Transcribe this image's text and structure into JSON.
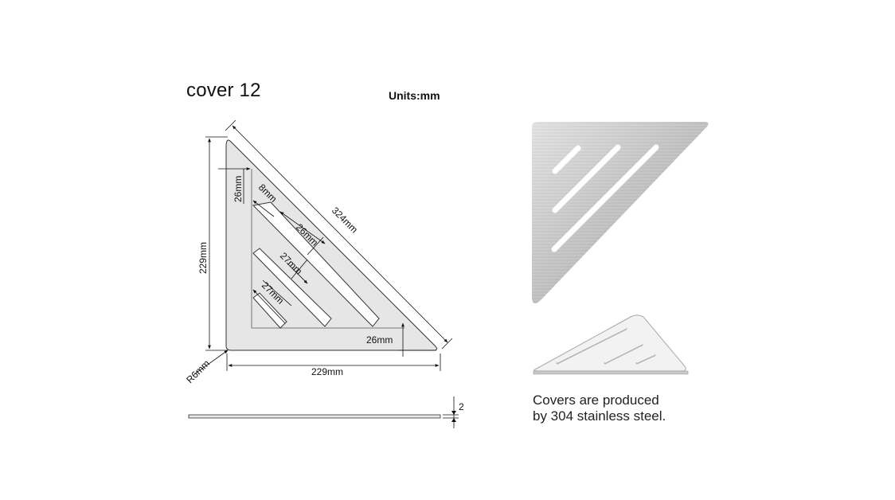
{
  "title": "cover 12",
  "units": "Units:mm",
  "dimensions": {
    "hypotenuse": "324mm",
    "height": "229mm",
    "width": "229mm",
    "radius": "R6mm",
    "inner_top": "26mm",
    "slot_width": "8mm",
    "slot_gap_1": "26mm",
    "slot_gap_2": "27mm",
    "slot_gap_3": "27mm",
    "inner_right": "26mm",
    "thickness": "2"
  },
  "caption": {
    "line1": "Covers are produced",
    "line2": "by 304 stainless steel."
  },
  "colors": {
    "plate_fill": "#e6e6e6",
    "steel_light": "#d9d9d9",
    "steel_dark": "#9a9a9a"
  }
}
